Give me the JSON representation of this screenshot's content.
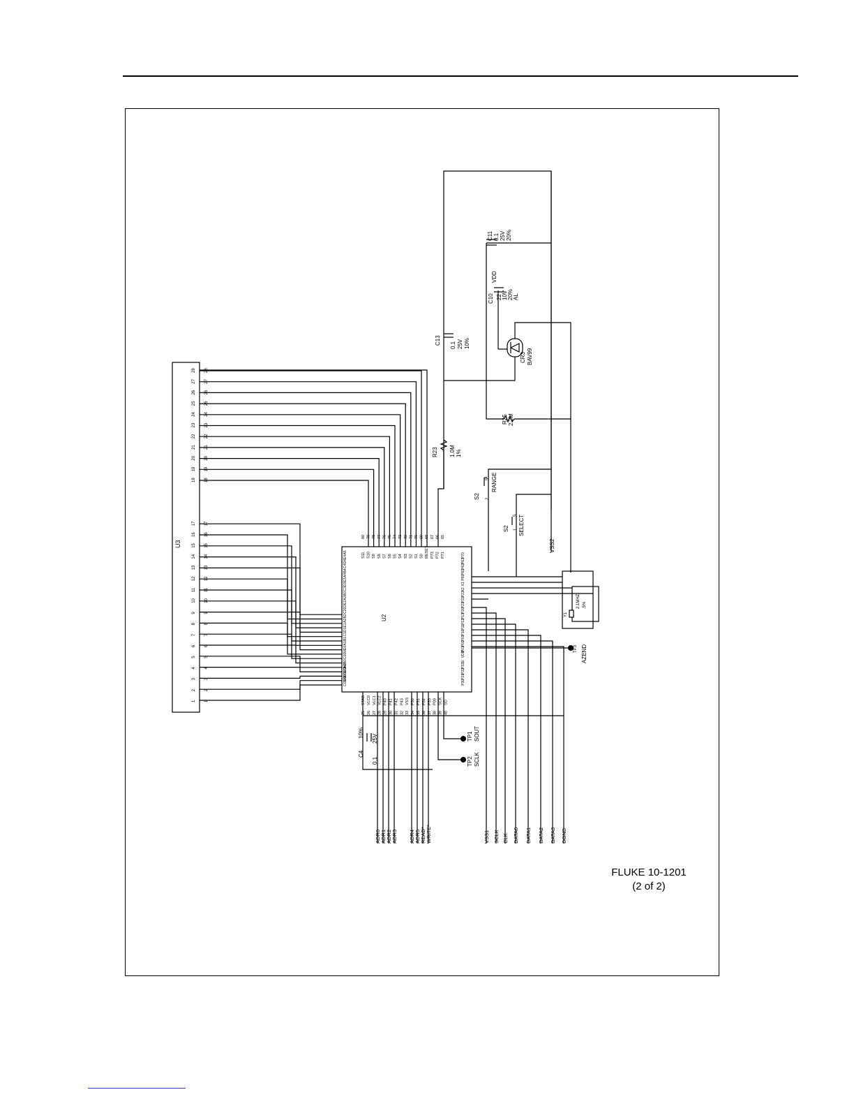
{
  "caption": {
    "model": "FLUKE 10-1201",
    "sheet": "(2 of 2)"
  },
  "connector": {
    "ref": "U3",
    "pins_a": [
      "1",
      "2",
      "3",
      "4",
      "5",
      "6",
      "7",
      "8",
      "9",
      "10",
      "11",
      "12",
      "13",
      "14",
      "15",
      "16",
      "17"
    ],
    "pins_b": [
      "18",
      "19",
      "20",
      "21",
      "22",
      "23",
      "24",
      "25",
      "26",
      "27",
      "28"
    ]
  },
  "ic": {
    "ref": "U2",
    "left_pins": [
      "COM0",
      "COM1",
      "COM2",
      "COM3",
      "A0",
      "B0",
      "C0",
      "D0",
      "E0",
      "A1",
      "B1",
      "C1",
      "D1",
      "E1",
      "A2",
      "B2",
      "C2",
      "D2",
      "E2",
      "A3",
      "B3",
      "C3",
      "D3",
      "E3",
      "A4",
      "B4",
      "C4",
      "D4",
      "E4",
      "A5"
    ],
    "bottom_pins": [
      {
        "num": "25",
        "name": "STAB"
      },
      {
        "num": "26",
        "name": "VLC0"
      },
      {
        "num": "27",
        "name": "VLC1"
      },
      {
        "num": "28",
        "name": "VLC2"
      },
      {
        "num": "29",
        "name": "P40"
      },
      {
        "num": "30",
        "name": "P41"
      },
      {
        "num": "31",
        "name": "P42"
      },
      {
        "num": "32",
        "name": "P43"
      },
      {
        "num": "33",
        "name": "VSS"
      },
      {
        "num": "34",
        "name": "P50"
      },
      {
        "num": "35",
        "name": "P51"
      },
      {
        "num": "36",
        "name": "P52"
      },
      {
        "num": "37",
        "name": "P53"
      },
      {
        "num": "38",
        "name": "P00"
      },
      {
        "num": "39",
        "name": "SCK"
      },
      {
        "num": "40",
        "name": "SO"
      }
    ],
    "top_pins": [
      {
        "num": "80",
        "name": "S11"
      },
      {
        "num": "79",
        "name": "S10"
      },
      {
        "num": "78",
        "name": "S9"
      },
      {
        "num": "77",
        "name": "S8"
      },
      {
        "num": "76",
        "name": "S7"
      },
      {
        "num": "75",
        "name": "S6"
      },
      {
        "num": "74",
        "name": "S5"
      },
      {
        "num": "73",
        "name": "S4"
      },
      {
        "num": "72",
        "name": "S3"
      },
      {
        "num": "71",
        "name": "S2"
      },
      {
        "num": "70",
        "name": "S1"
      },
      {
        "num": "69",
        "name": "S0"
      },
      {
        "num": "68",
        "name": "RESET"
      },
      {
        "num": "67",
        "name": "P73"
      },
      {
        "num": "66",
        "name": "P72"
      },
      {
        "num": "65",
        "name": "P71"
      }
    ],
    "right_pins": [
      "P70",
      "P63",
      "P62",
      "P61",
      "P60",
      "X1",
      "X2",
      "P23",
      "P22",
      "P21",
      "P20",
      "P13",
      "P12",
      "P11",
      "P10",
      "P03",
      "P02",
      "P01",
      "VDD",
      "SI",
      "P33",
      "P32",
      "P31",
      "P30"
    ]
  },
  "components": {
    "c13": {
      "ref": "C13",
      "lines": [
        "0.1",
        "25V",
        "10%"
      ]
    },
    "c11": {
      "ref": "C11",
      "lines": [
        "0.1",
        "25V",
        "20%"
      ]
    },
    "c10": {
      "ref": "C10",
      "lines": [
        "22",
        "10V",
        "20%",
        "AL"
      ]
    },
    "vdd": "VDD",
    "cr3": {
      "ref": "CR3",
      "part": "BAV99"
    },
    "r25": {
      "ref": "R25",
      "value": "2.2M"
    },
    "r23": {
      "ref": "R23",
      "lines": [
        "1.0M",
        "1%"
      ]
    },
    "s2_range": {
      "ref": "S2",
      "label": "RANGE",
      "pins": [
        "2",
        "5"
      ]
    },
    "s2_select": {
      "ref": "S2",
      "label": "SELECT",
      "pins": [
        "1",
        "5"
      ]
    },
    "vss2": "VSS2",
    "y1": {
      "ref": "Y1",
      "lines": [
        "2.1MHZ",
        ".5%"
      ]
    },
    "tp3": {
      "ref": "TP3",
      "label": "AZEND"
    },
    "c4": {
      "ref": "C4",
      "lines": [
        "0.1",
        "25V",
        "10%"
      ]
    },
    "tp1": {
      "ref": "TP1",
      "label": "SOUT"
    },
    "tp2": {
      "ref": "TP2",
      "label": "SCLK"
    }
  },
  "bus_left": [
    "ADR0",
    "ADR1",
    "ADR2",
    "ADR3",
    "ADR4",
    "ADR5",
    "READ*",
    "WRITE*"
  ],
  "bus_right": [
    "VSS1",
    "SCLK",
    "CLK",
    "DATA0",
    "DATA1",
    "DATA2",
    "DATA3",
    "DGND"
  ]
}
